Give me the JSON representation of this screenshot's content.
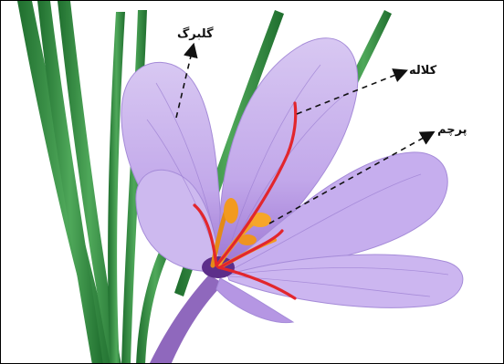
{
  "labels": {
    "petal": "گلبرگ",
    "stigma": "کلاله",
    "stamen": "پرچم"
  },
  "colors": {
    "petal": "#c9b3ea",
    "petal_vein": "#9d7fd0",
    "petal_center": "#6a3f9a",
    "stigma": "#e2262d",
    "stamen": "#f29a1f",
    "leaf": "#2f8a3b",
    "stem": "#8a62b8",
    "pointer": "#111111"
  }
}
